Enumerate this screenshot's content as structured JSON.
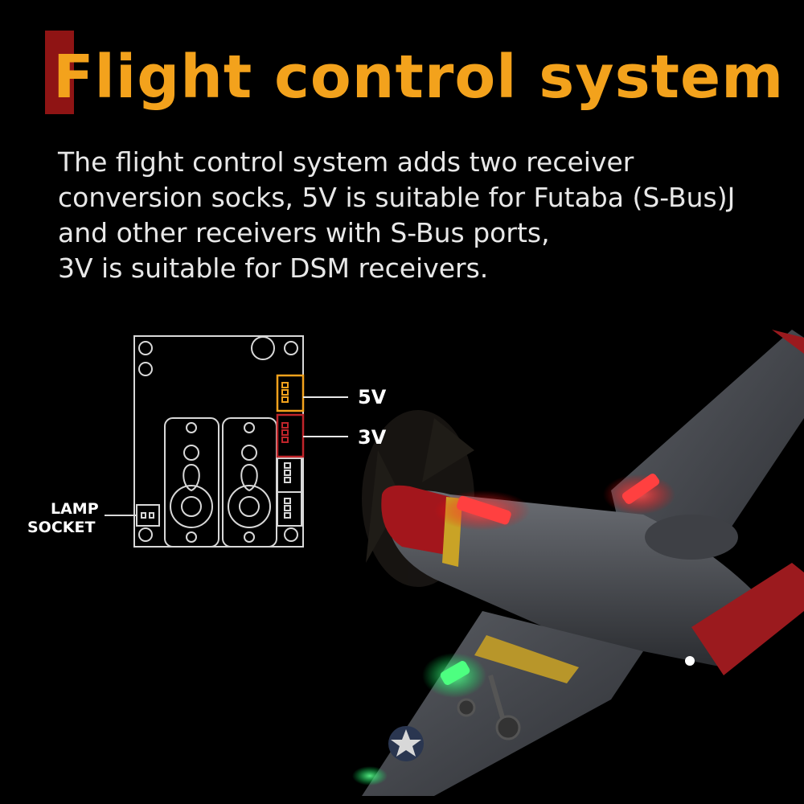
{
  "title": "Flight control system",
  "description": [
    "The flight control system adds two receiver",
    "conversion socks, 5V is suitable for Futaba (S-Bus)J",
    "and other receivers with S-Bus ports,",
    "3V is suitable for DSM receivers."
  ],
  "board": {
    "label_5v": "5V",
    "label_3v": "3V",
    "lamp_label_line1": "LAMP",
    "lamp_label_line2": "SOCKET"
  },
  "colors": {
    "title": "#f3a21c",
    "title_bar": "#8f1414",
    "port_5v": "#f3a21c",
    "port_3v": "#c0242a",
    "red_led": "#ff3030",
    "green_led": "#30ff70"
  }
}
